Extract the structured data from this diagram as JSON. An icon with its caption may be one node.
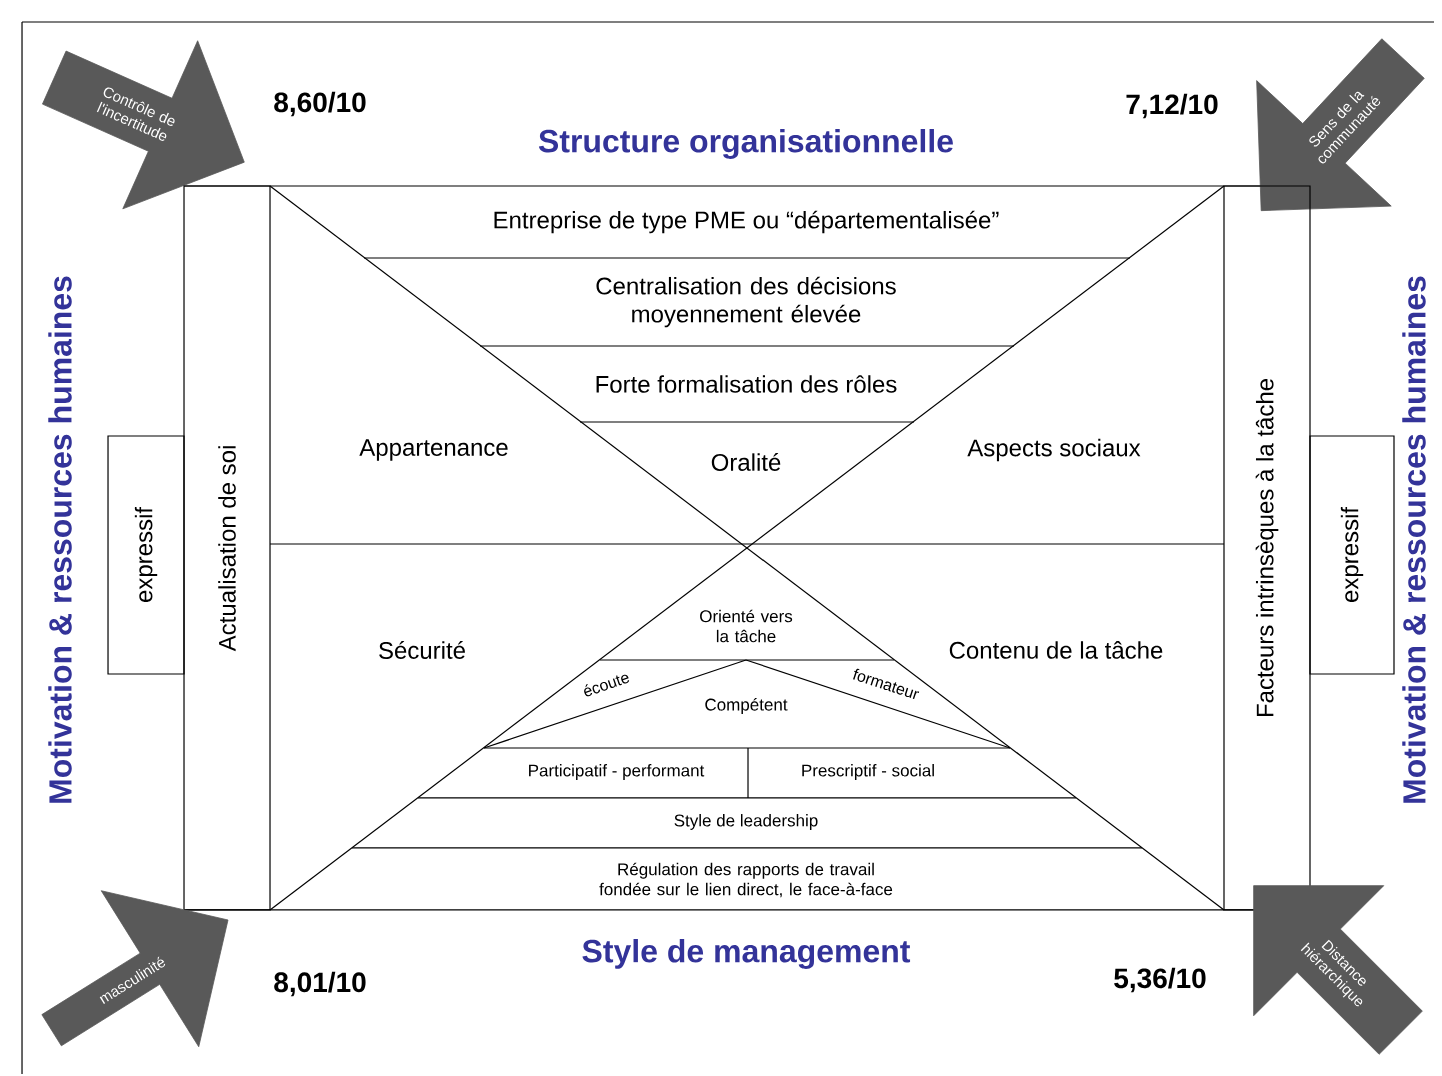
{
  "diagram": {
    "nodes": [
      {
        "text": [
          "Contrôle de l'incertitude"
        ]
      },
      {
        "text": [
          "Sens de la communauté"
        ]
      },
      {
        "text": [
          "expressif"
        ]
      },
      {
        "text": [
          "Actualisation de soi"
        ]
      },
      {
        "text": [
          "Facteurs intrinsèques à la tâche"
        ]
      },
      {
        "text": [
          "expressif"
        ]
      },
      {
        "text": [
          "masculinité"
        ]
      },
      {
        "text": [
          "Distance hiérarchique"
        ]
      }
    ],
    "labels": [
      "8,60/10",
      "Structure organisationnelle",
      "7,12/10",
      "Motivation & ressources humaines",
      "Motivation & ressources humaines",
      "Entreprise de type PME ou “départementalisée”",
      "Centralisation des décisions moyennement élevée",
      "Forte formalisation des rôles",
      "Appartenance",
      "Oralité",
      "Aspects sociaux",
      "Sécurité",
      "Orienté vers la tâche",
      "Contenu de la tâche",
      "écoute",
      "formateur",
      "Compétent",
      "Participatif - performant",
      "Prescriptif - social",
      "Style de leadership",
      "Régulation des rapports de travail fondée sur le lien direct, le face-à-face",
      "Style de management",
      "8,01/10",
      "5,36/10"
    ]
  }
}
